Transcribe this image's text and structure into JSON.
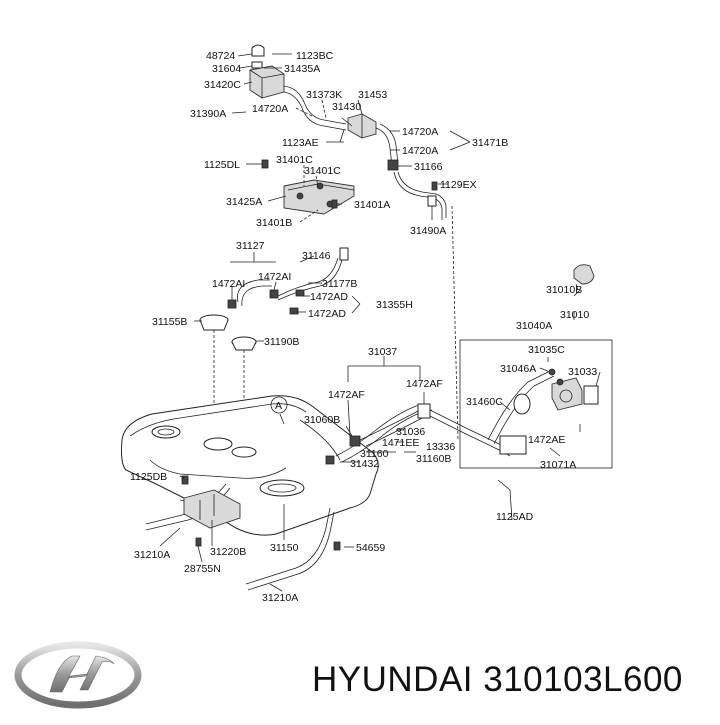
{
  "labels": {
    "l48724": "48724",
    "l1123BC": "1123BC",
    "l31604": "31604",
    "l31435A": "31435A",
    "l31420C": "31420C",
    "l31373K": "31373K",
    "l31453": "31453",
    "l31390A": "31390A",
    "l14720A_1": "14720A",
    "l31430": "31430",
    "l14720A_2": "14720A",
    "l1123AE": "1123AE",
    "l31471B": "31471B",
    "l14720A_3": "14720A",
    "l31166": "31166",
    "l1125DL": "1125DL",
    "l31401C_1": "31401C",
    "l31401C_2": "31401C",
    "l1129EX": "1129EX",
    "l31425A": "31425A",
    "l31401A": "31401A",
    "l31401B": "31401B",
    "l31490A": "31490A",
    "l31127": "31127",
    "l31146": "31146",
    "l1472AI_1": "1472AI",
    "l1472AI_2": "1472AI",
    "l31177B": "31177B",
    "l1472AD_1": "1472AD",
    "l31355H": "31355H",
    "l1472AD_2": "1472AD",
    "l31155B": "31155B",
    "l31010B": "31010B",
    "l31010": "31010",
    "l31040A": "31040A",
    "l31190B": "31190B",
    "l31037": "31037",
    "l31035C": "31035C",
    "l31046A": "31046A",
    "l31033": "31033",
    "l1472AF_1": "1472AF",
    "l1472AF_2": "1472AF",
    "l31460C": "31460C",
    "lA": "A",
    "l31060B": "31060B",
    "l31036": "31036",
    "l1471EE": "1471EE",
    "l13336": "13336",
    "l1472AE": "1472AE",
    "l31160": "31160",
    "l31160B": "31160B",
    "l31432": "31432",
    "l31071A": "31071A",
    "l1125DB": "1125DB",
    "l1125AD": "1125AD",
    "l54659": "54659",
    "l31210A_1": "31210A",
    "l31220B": "31220B",
    "l31150": "31150",
    "l28755N": "28755N",
    "l31210A_2": "31210A"
  },
  "footer": {
    "brand_part": "HYUNDAI 310103L600"
  }
}
